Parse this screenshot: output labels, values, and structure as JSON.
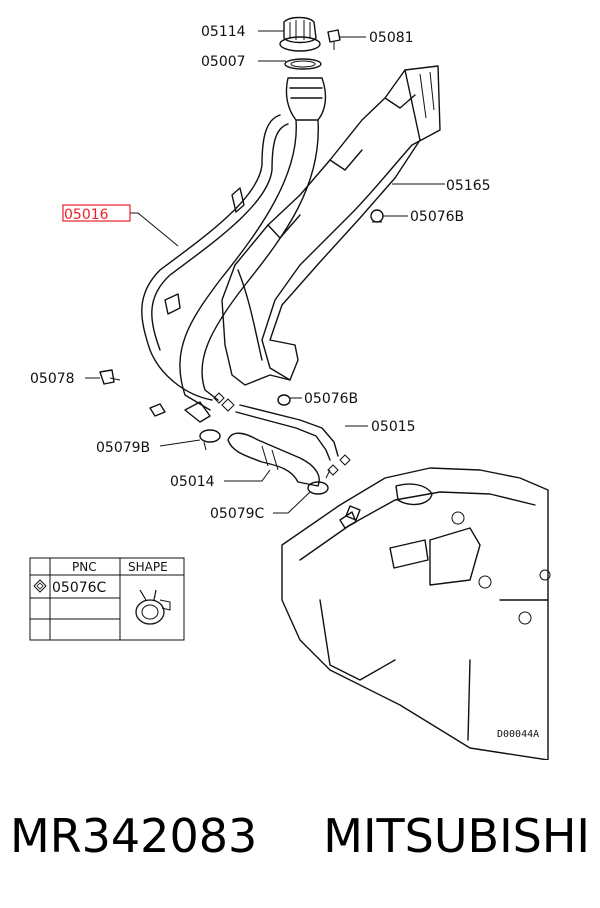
{
  "callouts": {
    "c05114": "05114",
    "c05081": "05081",
    "c05007": "05007",
    "c05016": "05016",
    "c05165": "05165",
    "c05076B_top": "05076B",
    "c05078": "05078",
    "c05076B_mid": "05076B",
    "c05015": "05015",
    "c05079B": "05079B",
    "c05014": "05014",
    "c05079C": "05079C"
  },
  "highlight_color": "#e8202a",
  "table": {
    "header_pnc": "PNC",
    "header_shape": "SHAPE",
    "row_pnc": "05076C",
    "row_symbol": "diamond-symbol"
  },
  "diagram_code": "D00044A",
  "caption": {
    "part_number": "MR342083",
    "brand": "MITSUBISHI"
  }
}
